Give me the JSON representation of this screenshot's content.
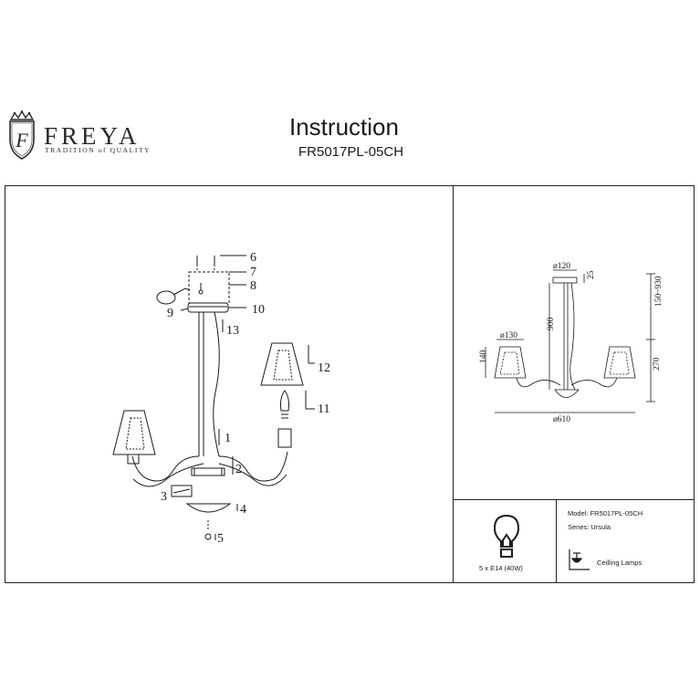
{
  "brand": {
    "name": "FREYA",
    "tagline": "TRADITION of QUALITY",
    "emblem_letter": "F",
    "icon": "crown-shield-emblem"
  },
  "header": {
    "title": "Instruction",
    "subtitle": "FR5017PL-05CH"
  },
  "assembly": {
    "part_labels": [
      "1",
      "2",
      "3",
      "4",
      "5",
      "6",
      "7",
      "8",
      "9",
      "10",
      "11",
      "12",
      "13"
    ]
  },
  "dimensions": {
    "canopy_diameter": "ø120",
    "canopy_height": "25",
    "rod_length": "900",
    "overall_height": "150~930",
    "shade_diameter": "ø130",
    "shade_height": "140",
    "body_height": "270",
    "total_width": "ø610"
  },
  "info": {
    "lamp_spec": "5 x E14 (40W)",
    "model": "Model: FR5017PL-05CH",
    "series": "Series: Ursula",
    "category": "Ceilling Lamps"
  },
  "icons": {
    "bulb": "light-bulb-icon",
    "ceiling": "ceiling-lamp-icon"
  }
}
